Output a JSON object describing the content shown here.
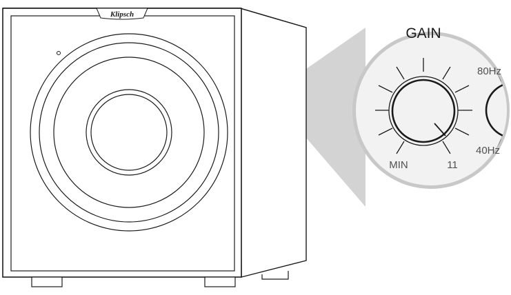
{
  "product": {
    "brand_logo_text": "Klipsch",
    "type": "subwoofer"
  },
  "inset": {
    "title": "GAIN",
    "gain_knob": {
      "min_label": "MIN",
      "max_label": "11",
      "level": "max"
    },
    "crossover_knob": {
      "upper_label": "80Hz",
      "lower_label": "40Hz"
    }
  },
  "colors": {
    "line": "#1a1a1a",
    "inset_fill": "#f2f2f2",
    "inset_ring": "#c8c8c8",
    "callout_fill": "#d3d3d3",
    "label_gray": "#505050"
  },
  "icons": [
    "klipsch-logo",
    "gain-knob-icon",
    "crossover-knob-icon"
  ]
}
